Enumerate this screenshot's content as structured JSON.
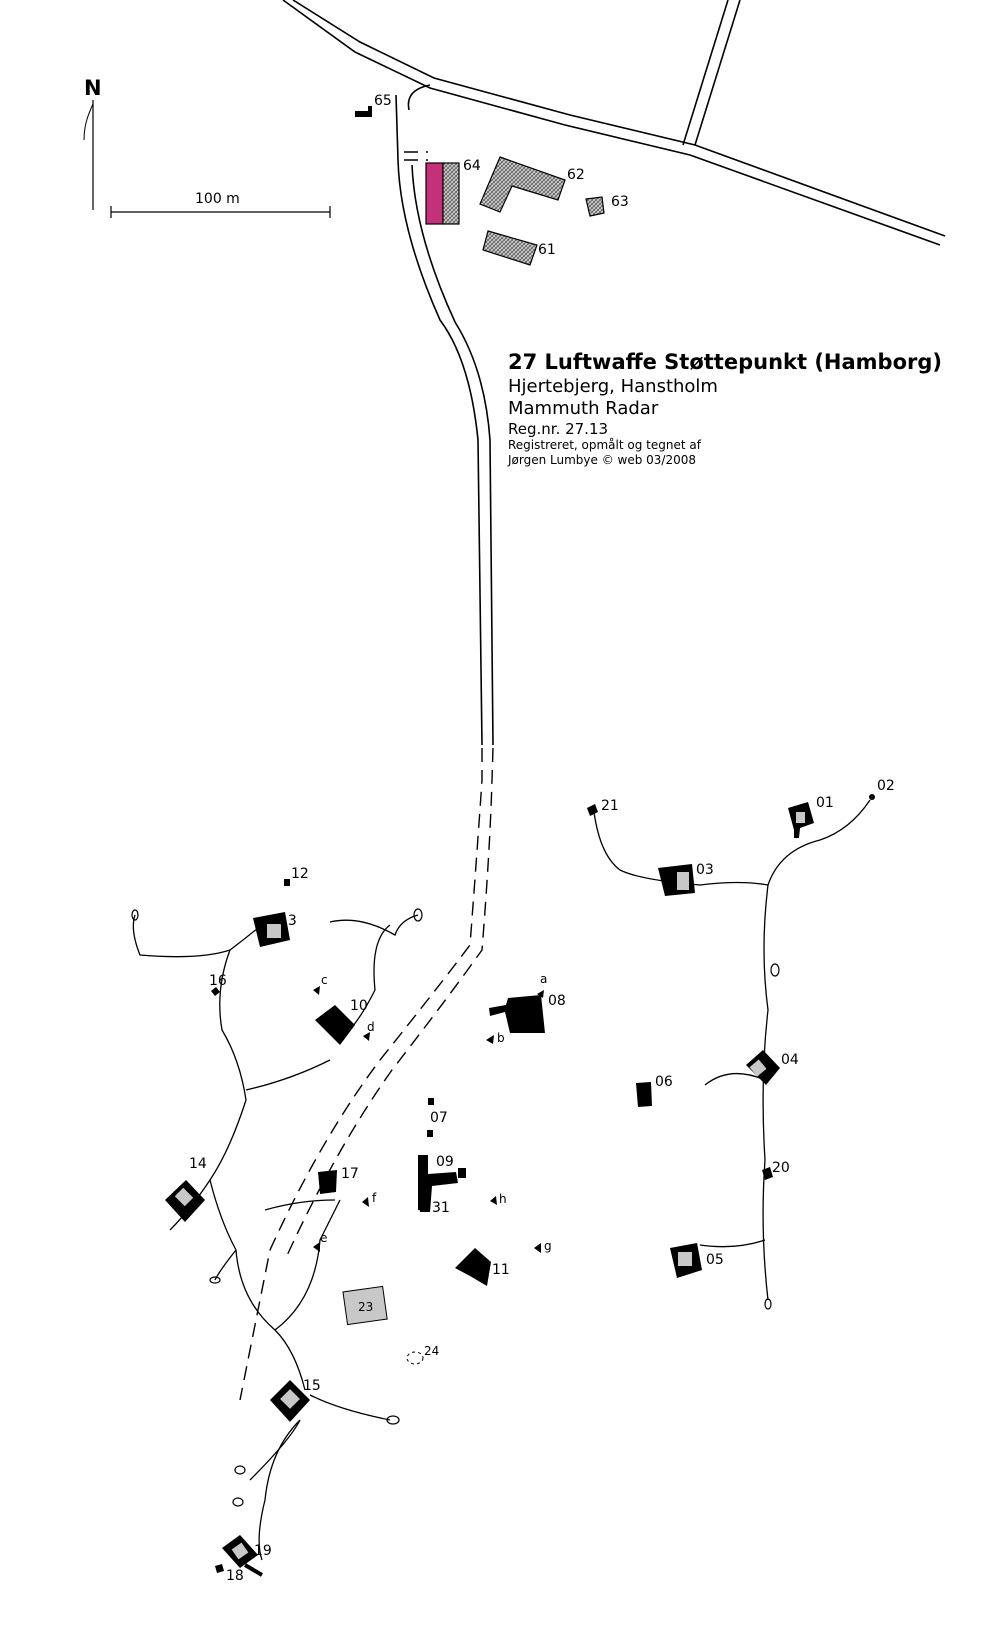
{
  "north": "N",
  "scale_label": "100 m",
  "title": {
    "main": "27 Luftwaffe Støttepunkt (Hamborg)",
    "line2": "Hjertebjerg, Hanstholm",
    "line3": "Mammuth Radar",
    "reg": "Reg.nr. 27.13",
    "credit1": "Registreret, opmålt og tegnet af",
    "credit2": "Jørgen Lumbye © web 03/2008"
  },
  "labels": {
    "l65": "65",
    "l64": "64",
    "l62": "62",
    "l63": "63",
    "l61": "61",
    "l01": "01",
    "l02": "02",
    "l03": "03",
    "l21": "21",
    "l04": "04",
    "l06": "06",
    "l20": "20",
    "l05": "05",
    "l08": "08",
    "la": "a",
    "lb": "b",
    "l12": "12",
    "l13": "13",
    "l16": "16",
    "lc": "c",
    "l10": "10",
    "ld": "d",
    "l07": "07",
    "l09": "09",
    "l31": "31",
    "lh": "h",
    "lg": "g",
    "l11": "11",
    "l14": "14",
    "l17": "17",
    "lf": "f",
    "le": "e",
    "l23": "23",
    "l24": "24",
    "l15": "15",
    "l19": "19",
    "l18": "18"
  },
  "colors": {
    "highlight": "#c4307a",
    "grey_fill": "#c8c8c8"
  }
}
